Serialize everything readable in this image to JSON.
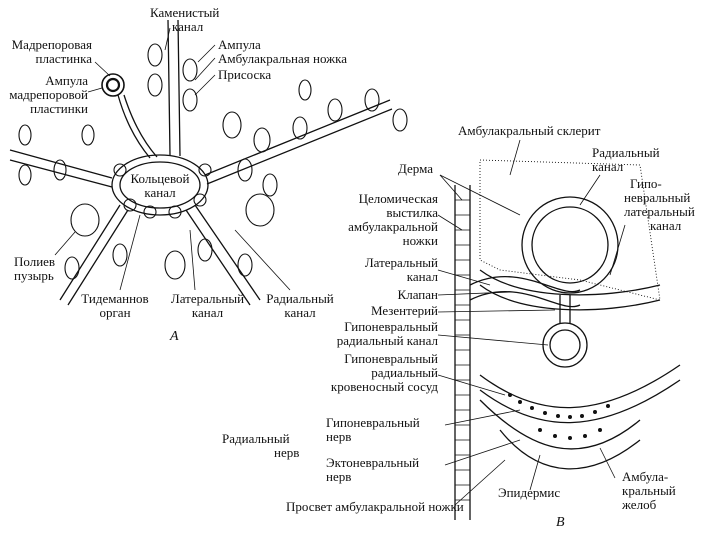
{
  "panel_a": {
    "letter": "А",
    "labels": {
      "madreporic_plate_1": "Мадрепоровая",
      "madreporic_plate_2": "пластинка",
      "madreporic_ampulla_1": "Ампула",
      "madreporic_ampulla_2": "мадрепоровой",
      "madreporic_ampulla_3": "пластинки",
      "stone_canal_1": "Каменистый",
      "stone_canal_2": "канал",
      "ampulla": "Ампула",
      "tube_foot": "Амбулакральная ножка",
      "sucker": "Присоска",
      "ring_canal_1": "Кольцевой",
      "ring_canal_2": "канал",
      "polian_vesicle_1": "Полиев",
      "polian_vesicle_2": "пузырь",
      "tiedemann_body_1": "Тидеманнов",
      "tiedemann_body_2": "орган",
      "lateral_canal_1": "Латеральный",
      "lateral_canal_2": "канал",
      "radial_canal_1": "Радиальный",
      "radial_canal_2": "канал"
    }
  },
  "panel_b": {
    "letter": "В",
    "labels": {
      "ambulacral_sclerite": "Амбулакральный склерит",
      "dermis": "Дерма",
      "radial_canal_1": "Радиальный",
      "radial_canal_2": "канал",
      "hyponeural_lateral_1": "Гипо-",
      "hyponeural_lateral_2": "невральный",
      "hyponeural_lateral_3": "латеральный",
      "hyponeural_lateral_4": "канал",
      "coelomic_lining_1": "Целомическая",
      "coelomic_lining_2": "выстилка",
      "coelomic_lining_3": "амбулакральной",
      "coelomic_lining_4": "ножки",
      "lateral_canal_1": "Латеральный",
      "lateral_canal_2": "канал",
      "valve": "Клапан",
      "mesentery": "Мезентерий",
      "hyponeural_radial_canal_1": "Гипоневральный",
      "hyponeural_radial_canal_2": "радиальный канал",
      "hyponeural_vessel_1": "Гипоневральный",
      "hyponeural_vessel_2": "радиальный",
      "hyponeural_vessel_3": "кровеносный сосуд",
      "radial_nerve_1": "Радиальный",
      "radial_nerve_2": "нерв",
      "hyponeural_nerve_1": "Гипоневральный",
      "hyponeural_nerve_2": "нерв",
      "ectoneural_nerve_1": "Эктоневральный",
      "ectoneural_nerve_2": "нерв",
      "epidermis": "Эпидермис",
      "tube_foot_lumen": "Просвет амбулакральной ножки",
      "ambulacral_groove_1": "Амбула-",
      "ambulacral_groove_2": "кральный",
      "ambulacral_groove_3": "желоб"
    }
  }
}
